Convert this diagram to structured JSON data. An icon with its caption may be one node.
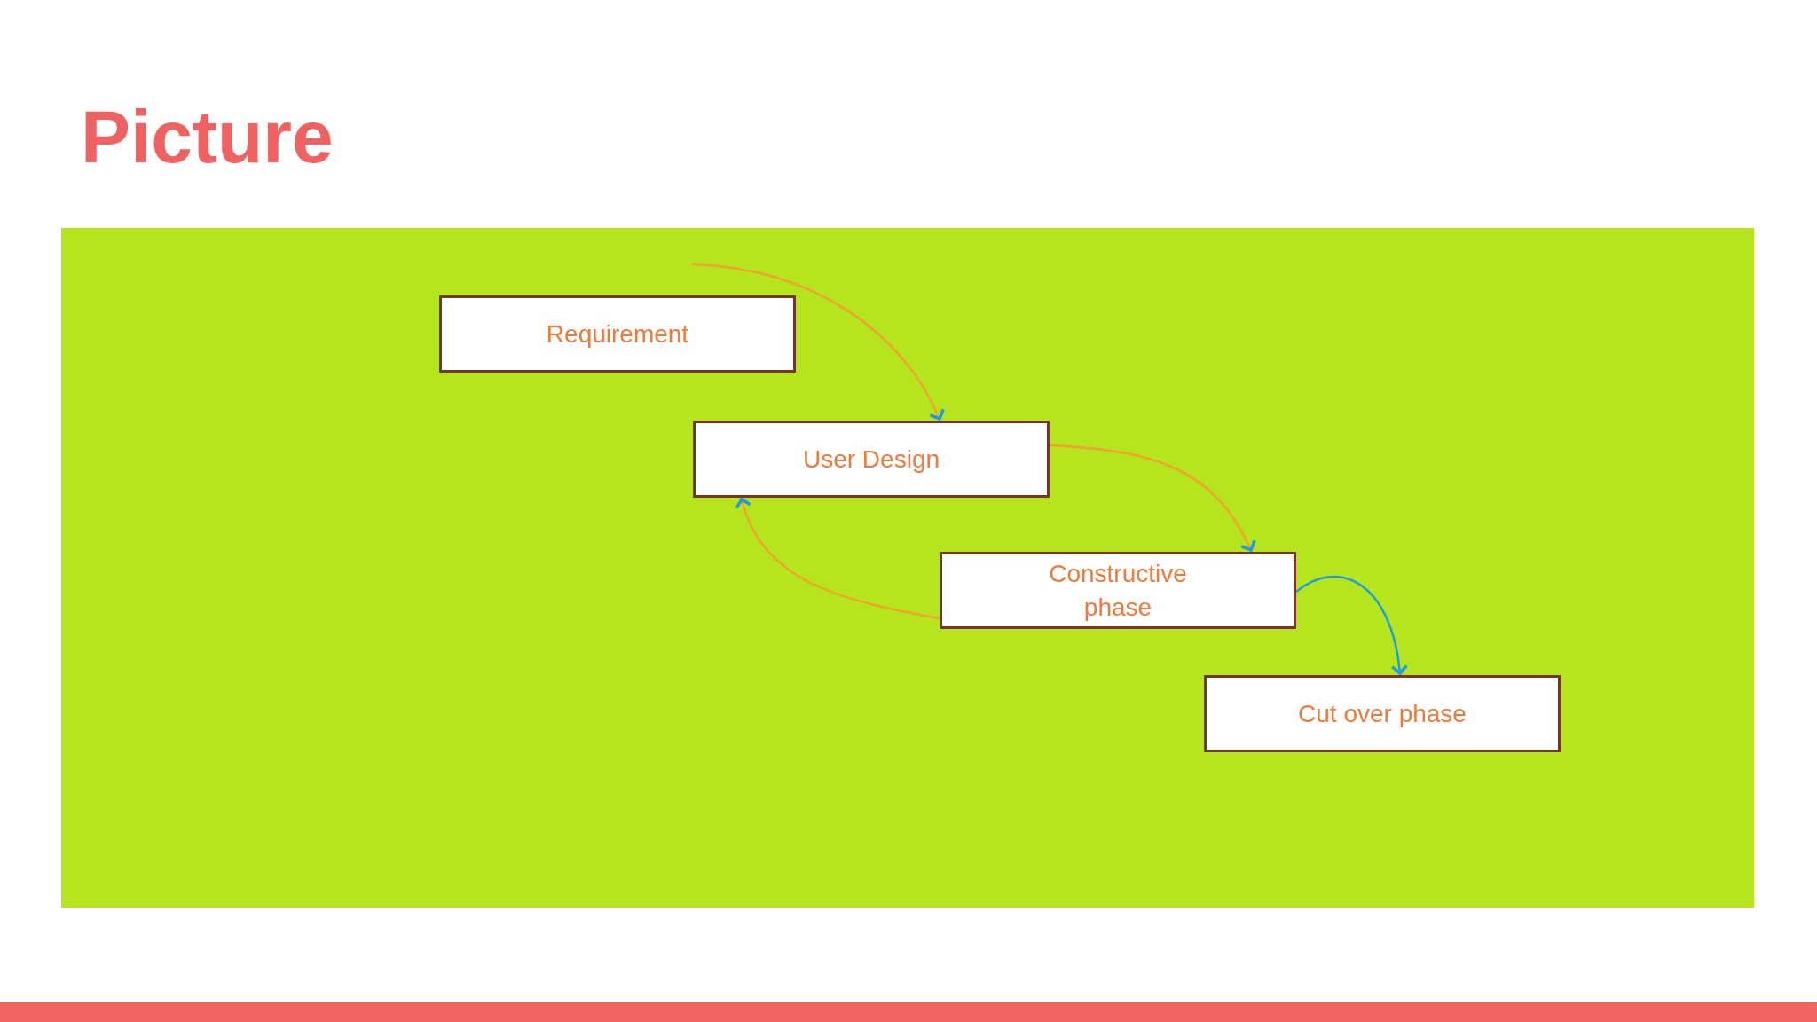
{
  "diagram": {
    "title": "Picture",
    "nodes": [
      {
        "text": [
          "Requirement"
        ]
      },
      {
        "text": [
          "User Design"
        ]
      },
      {
        "text": [
          "Constructive phase"
        ]
      },
      {
        "text": [
          "Cut over phase"
        ]
      }
    ],
    "edges": [
      {
        "from": null,
        "to": 1,
        "arrow": "to"
      },
      {
        "from": 1,
        "to": 2,
        "arrow": "to"
      },
      {
        "from": 2,
        "to": 1,
        "arrow": "to"
      },
      {
        "from": 2,
        "to": 3,
        "arrow": "to",
        "color": "#1e9be0"
      }
    ]
  }
}
